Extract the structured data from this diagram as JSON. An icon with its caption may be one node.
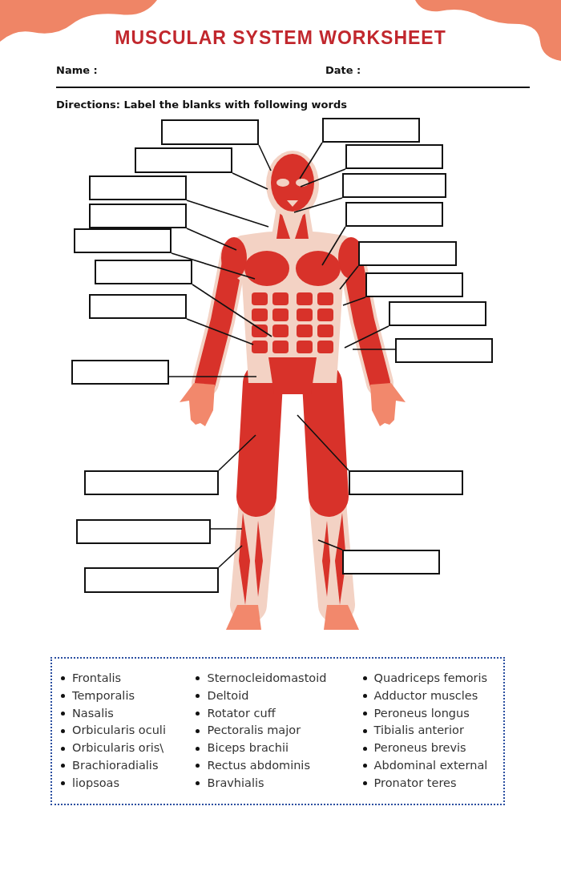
{
  "diagram": {
    "title": "MUSCULAR SYSTEM WORKSHEET",
    "nodes": [
      {
        "text": [],
        "shape": "box"
      },
      {
        "text": [],
        "shape": "box"
      },
      {
        "text": [],
        "shape": "box"
      },
      {
        "text": [],
        "shape": "box"
      },
      {
        "text": [],
        "shape": "box"
      },
      {
        "text": [],
        "shape": "box"
      },
      {
        "text": [],
        "shape": "box"
      },
      {
        "text": [],
        "shape": "box"
      },
      {
        "text": [],
        "shape": "box"
      },
      {
        "text": [],
        "shape": "box"
      },
      {
        "text": [],
        "shape": "box"
      },
      {
        "text": [],
        "shape": "box"
      },
      {
        "text": [],
        "shape": "box"
      },
      {
        "text": [],
        "shape": "box"
      },
      {
        "text": [],
        "shape": "box"
      },
      {
        "text": [],
        "shape": "box"
      },
      {
        "text": [],
        "shape": "box"
      },
      {
        "text": [],
        "shape": "box"
      },
      {
        "text": [],
        "shape": "box"
      },
      {
        "text": [],
        "shape": "box"
      },
      {
        "text": [],
        "shape": "box"
      }
    ],
    "edges": [
      {
        "from": 0,
        "to": null,
        "arrow": "none"
      },
      {
        "from": 1,
        "to": null,
        "arrow": "none"
      },
      {
        "from": 2,
        "to": null,
        "arrow": "none"
      },
      {
        "from": 3,
        "to": null,
        "arrow": "none"
      },
      {
        "from": 4,
        "to": null,
        "arrow": "none"
      },
      {
        "from": 5,
        "to": null,
        "arrow": "none"
      },
      {
        "from": 6,
        "to": null,
        "arrow": "none"
      },
      {
        "from": 7,
        "to": null,
        "arrow": "none"
      },
      {
        "from": 8,
        "to": null,
        "arrow": "none"
      },
      {
        "from": 9,
        "to": null,
        "arrow": "none"
      },
      {
        "from": 10,
        "to": null,
        "arrow": "none"
      },
      {
        "from": 11,
        "to": null,
        "arrow": "none"
      },
      {
        "from": 12,
        "to": null,
        "arrow": "none"
      },
      {
        "from": 13,
        "to": null,
        "arrow": "none"
      },
      {
        "from": 14,
        "to": null,
        "arrow": "none"
      },
      {
        "from": 15,
        "to": null,
        "arrow": "none"
      },
      {
        "from": 16,
        "to": null,
        "arrow": "none"
      },
      {
        "from": 17,
        "to": null,
        "arrow": "none"
      },
      {
        "from": 18,
        "to": null,
        "arrow": "none"
      },
      {
        "from": 19,
        "to": null,
        "arrow": "none"
      },
      {
        "from": 20,
        "to": null,
        "arrow": "none"
      }
    ],
    "labels": [
      "Name :",
      "Date :",
      "Directions: Label the blanks with following words",
      "Frontalis",
      "Temporalis",
      "Nasalis",
      "Orbicularis oculi",
      "Orbicularis oris\\",
      "Brachioradialis",
      "liopsoas",
      "Sternocleidomastoid",
      "Deltoid",
      "Rotator cuff",
      "Pectoralis major",
      "Biceps brachii",
      "Rectus abdominis",
      "Bravhialis",
      "Quadriceps femoris",
      "Adductor muscles",
      "Peroneus longus",
      "Tibialis anterior",
      "Peroneus brevis",
      "Abdominal external",
      "Pronator teres"
    ]
  }
}
